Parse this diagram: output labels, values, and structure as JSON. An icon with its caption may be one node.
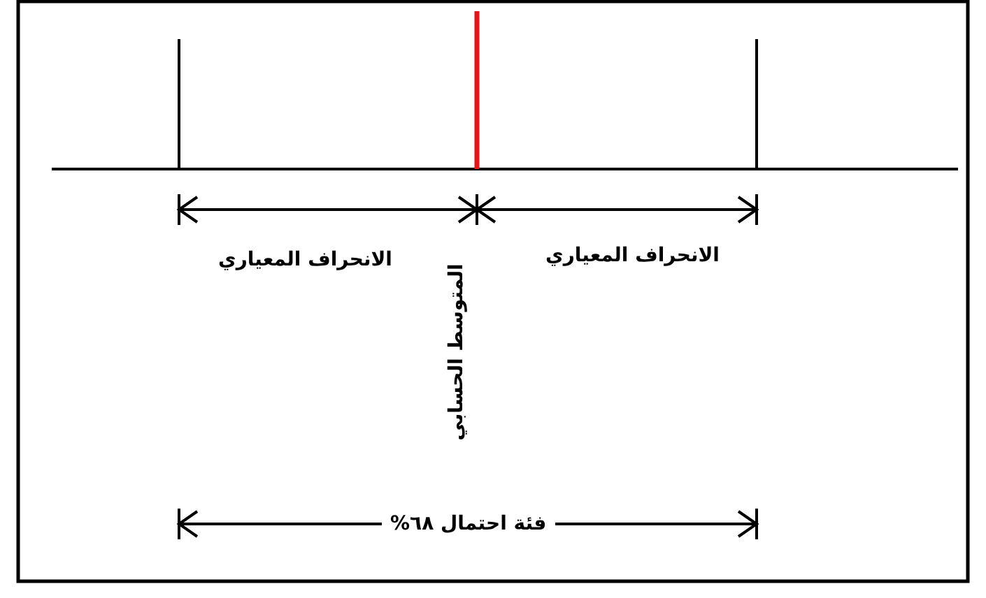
{
  "diagram": {
    "labels": [
      "الانحراف المعياري",
      "الانحراف المعياري",
      "المتوسط الحسابي",
      "فئة احتمال ٦٨%"
    ]
  }
}
